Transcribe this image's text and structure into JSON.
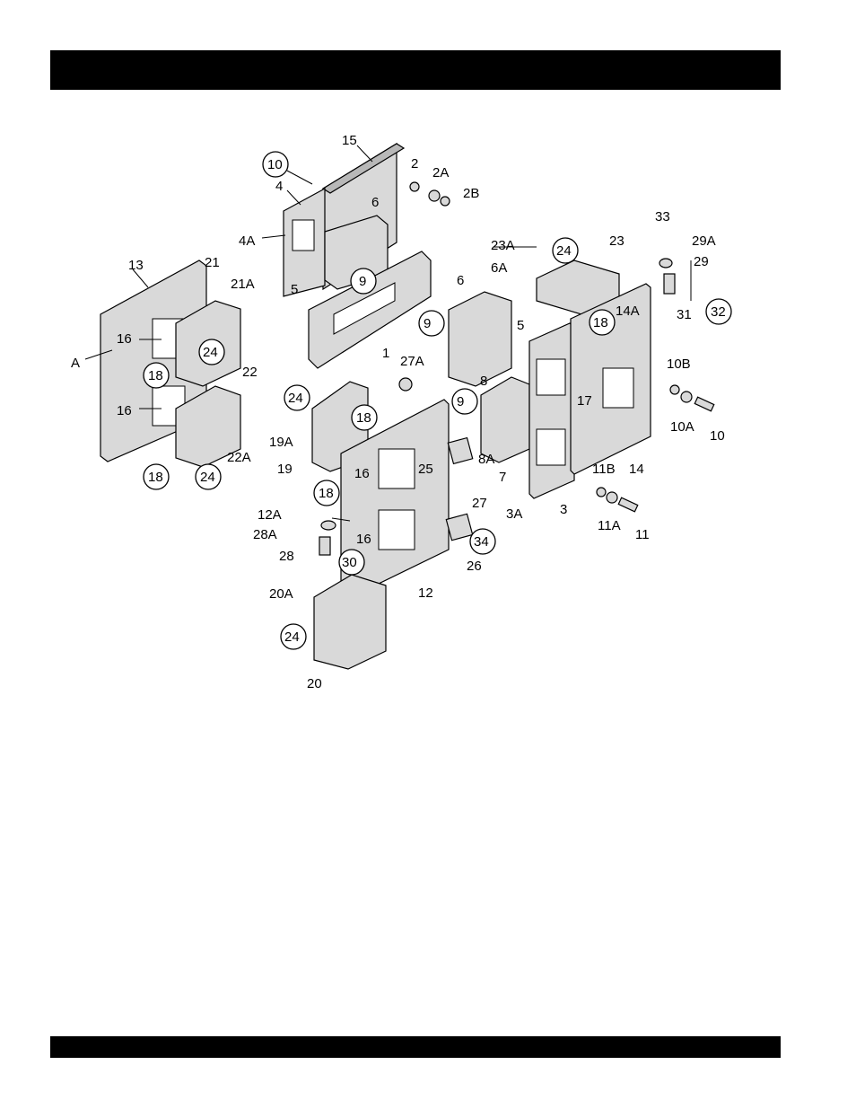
{
  "header_bar": {
    "color": "#000000"
  },
  "footer_bar": {
    "color": "#000000"
  },
  "diagram": {
    "labels": {
      "15": "15",
      "10": "10",
      "4": "4",
      "4A": "4A",
      "6_top": "6",
      "9_top": "9",
      "5_top": "5",
      "1": "1",
      "2": "2",
      "2A": "2A",
      "2B": "2B",
      "13": "13",
      "21": "21",
      "21A": "21A",
      "16_a": "16",
      "24_left": "24",
      "A": "A",
      "18_left": "18",
      "22": "22",
      "16_b": "16",
      "22A": "22A",
      "18_bottom": "18",
      "24_bottom": "24",
      "24_mid": "24",
      "19A": "19A",
      "19": "19",
      "18_mid": "18",
      "16_c": "16",
      "27A": "27A",
      "25": "25",
      "27": "27",
      "18_panel": "18",
      "12A": "12A",
      "28A": "28A",
      "28": "28",
      "16_d": "16",
      "30": "30",
      "12": "12",
      "34": "34",
      "26": "26",
      "20A": "20A",
      "24_low": "24",
      "20": "20",
      "6_right": "6",
      "6A": "6A",
      "9_right": "9",
      "5_right": "5",
      "8": "8",
      "9_low": "9",
      "8A": "8A",
      "7": "7",
      "3A": "3A",
      "3": "3",
      "23A": "23A",
      "24_right": "24",
      "23": "23",
      "18_right": "18",
      "14A": "14A",
      "17": "17",
      "11B": "11B",
      "14": "14",
      "11A": "11A",
      "11": "11",
      "33": "33",
      "29A": "29A",
      "29": "29",
      "32": "32",
      "31": "31",
      "10B": "10B",
      "10A": "10A",
      "10_bolt": "10"
    }
  }
}
